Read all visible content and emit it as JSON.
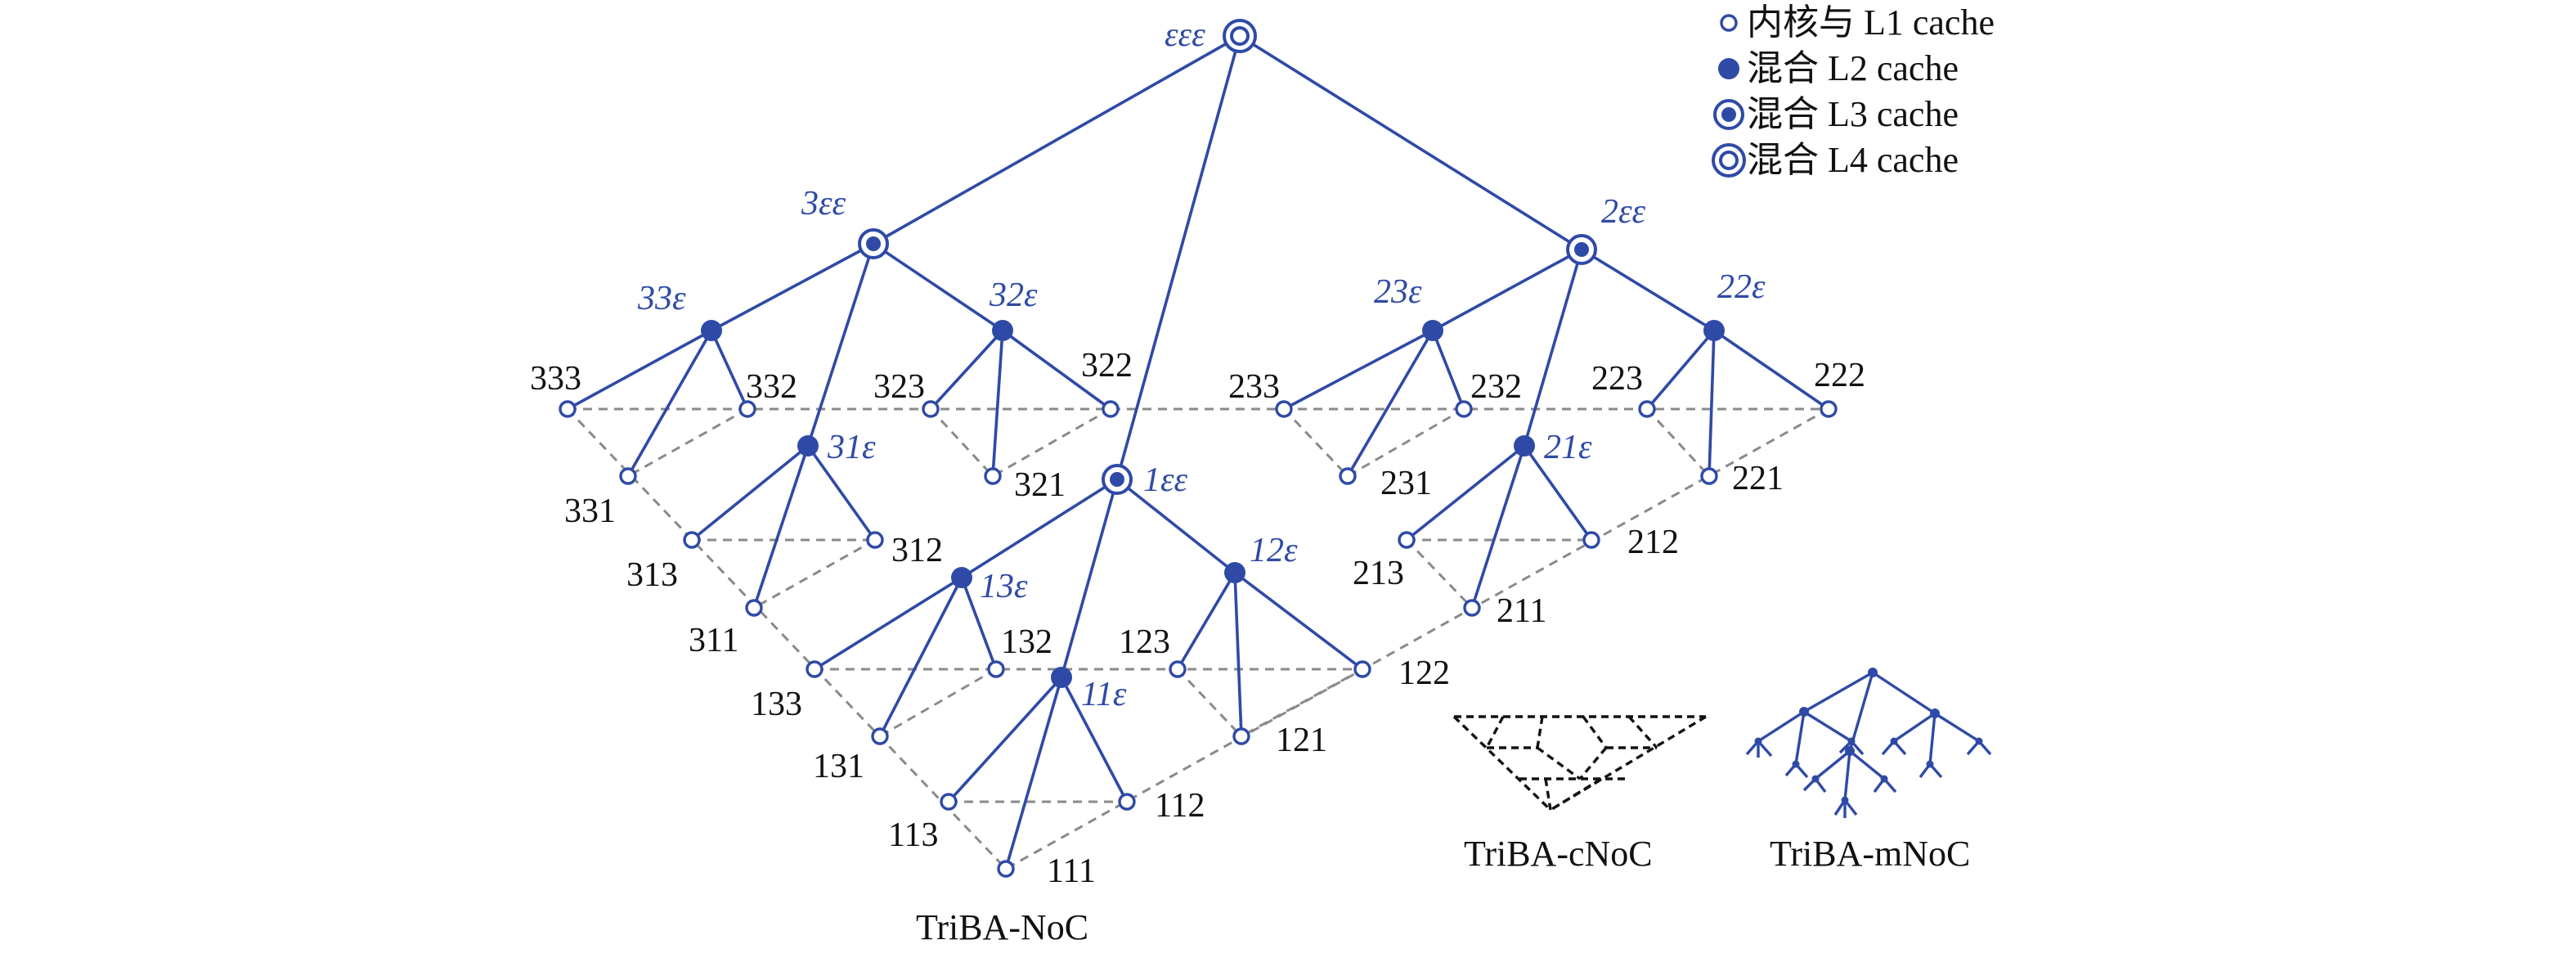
{
  "legend": {
    "l1": "内核与 L1 cache",
    "l2": "混合 L2 cache",
    "l3": "混合 L3 cache",
    "l4": "混合 L4 cache"
  },
  "colors": {
    "accent": "#2f4aa6",
    "dash": "#8a8a8a",
    "text": "#111111"
  },
  "nodes": {
    "root": "εεε",
    "n3": "3εε",
    "n2": "2εε",
    "n1": "1εε",
    "n33": "33ε",
    "n32": "32ε",
    "n31": "31ε",
    "n23": "23ε",
    "n22": "22ε",
    "n21": "21ε",
    "n13": "13ε",
    "n12": "12ε",
    "n11": "11ε",
    "c333": "333",
    "c332": "332",
    "c331": "331",
    "c323": "323",
    "c322": "322",
    "c321": "321",
    "c313": "313",
    "c312": "312",
    "c311": "311",
    "c233": "233",
    "c232": "232",
    "c231": "231",
    "c223": "223",
    "c222": "222",
    "c221": "221",
    "c213": "213",
    "c212": "212",
    "c211": "211",
    "c133": "133",
    "c132": "132",
    "c131": "131",
    "c123": "123",
    "c122": "122",
    "c121": "121",
    "c113": "113",
    "c112": "112",
    "c111": "111"
  },
  "captions": {
    "main": "TriBA-NoC",
    "cnoc": "TriBA-cNoC",
    "mnoc": "TriBA-mNoC"
  }
}
